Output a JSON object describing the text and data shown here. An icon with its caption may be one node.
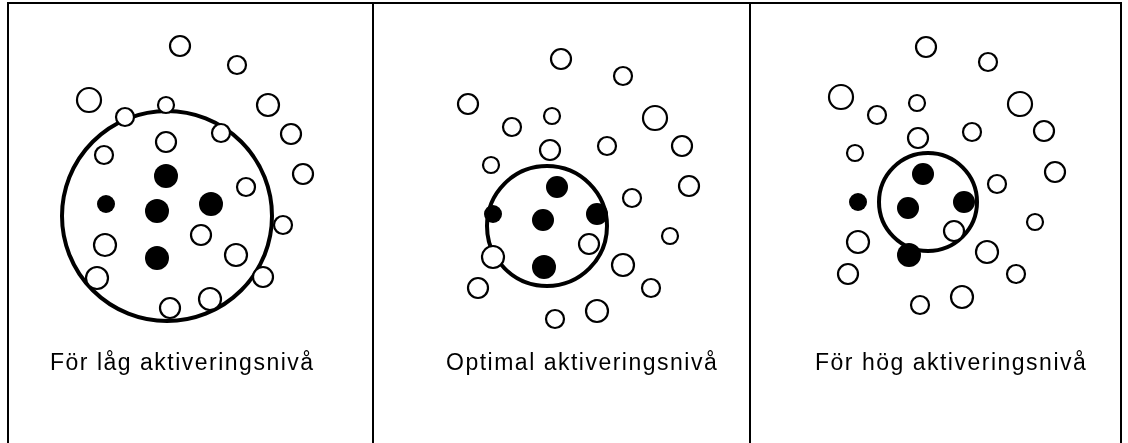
{
  "diagram": {
    "nodes": [
      {
        "text": [
          "För låg aktiveringsnivå"
        ]
      },
      {
        "text": [
          "Optimal aktiveringsnivå"
        ]
      },
      {
        "text": [
          "För hög aktiveringsnivå"
        ]
      }
    ]
  }
}
